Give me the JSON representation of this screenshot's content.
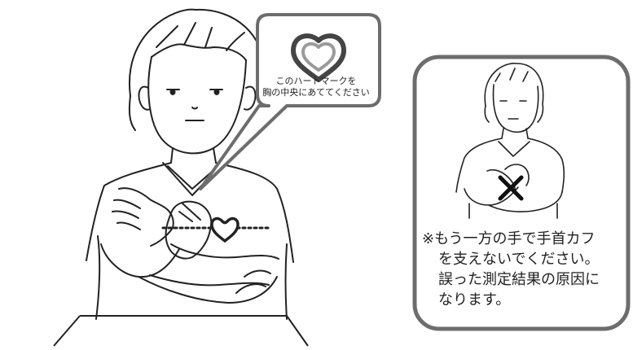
{
  "callout": {
    "line1": "このハートマークを",
    "line2": "胸の中央にあててください"
  },
  "warning_note": {
    "line1": "※もう一方の手で手首カフ",
    "line2": "を支えないでください。",
    "line3": "誤った測定結果の原因に",
    "line4": "なります。"
  },
  "colors": {
    "line": "#222222",
    "callout_border": "#6d6d6d",
    "heart_outer": "#444444",
    "heart_inner": "#9a9a9a",
    "wrong_mark": "#111111"
  },
  "icons": [
    "heart-mark-icon",
    "wrong-x-mark-icon"
  ]
}
